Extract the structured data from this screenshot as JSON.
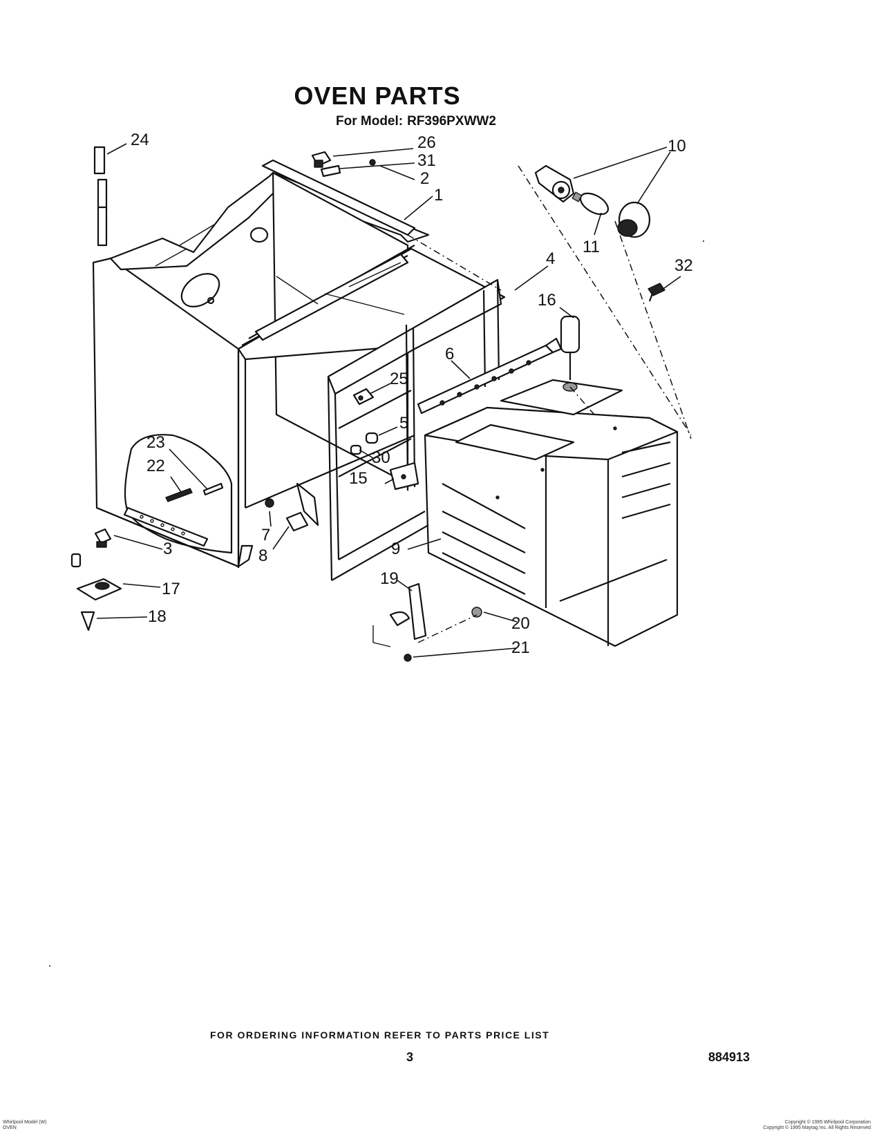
{
  "header": {
    "title": "OVEN PARTS",
    "model_prefix": "For Model:",
    "model": "RF396PXWW2"
  },
  "callouts": [
    "24",
    "26",
    "31",
    "2",
    "1",
    "10",
    "11",
    "32",
    "4",
    "16",
    "6",
    "25",
    "5",
    "30",
    "15",
    "23",
    "22",
    "7",
    "8",
    "3",
    "17",
    "18",
    "9",
    "19",
    "20",
    "21"
  ],
  "footer": {
    "ordering_note": "FOR ORDERING INFORMATION REFER TO PARTS PRICE LIST",
    "page_number": "3",
    "document_number": "884913"
  },
  "fine_print": {
    "left_line_1": "Whirlpool Model (W)",
    "left_line_2": "OVEN",
    "right_line_1": "Copyright © 1995 Whirlpool Corporation",
    "right_line_2": "Copyright © 1995 Maytag Inc. All Rights Reserved"
  }
}
